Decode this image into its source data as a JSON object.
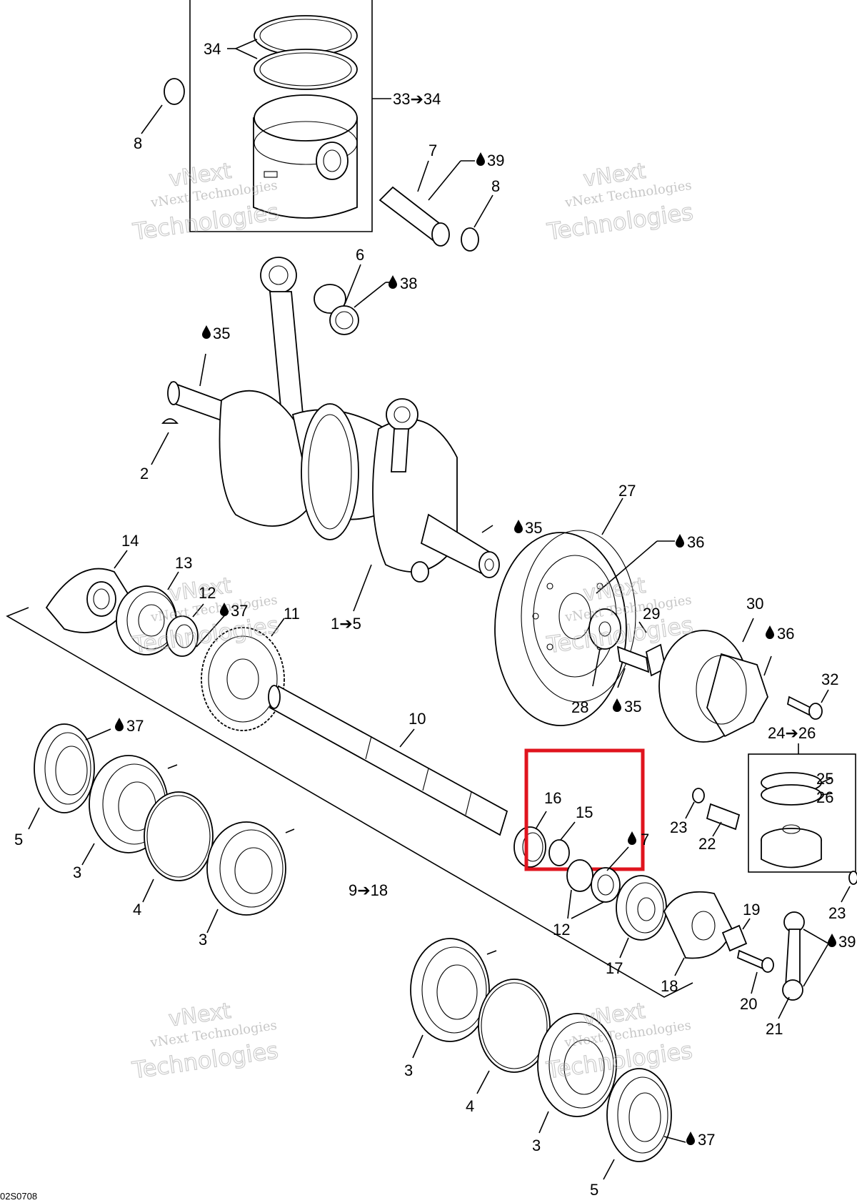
{
  "diagram": {
    "drawing_code": "02S0708",
    "highlight_color": "#e0141e",
    "callouts": {
      "c34": "34",
      "c33_34": "33➔34",
      "c8a": "8",
      "c7": "7",
      "c39a": "39",
      "c8b": "8",
      "c6": "6",
      "c38": "38",
      "c35a": "35",
      "c2": "2",
      "c27": "27",
      "c35b": "35",
      "c36a": "36",
      "c14": "14",
      "c13": "13",
      "c12a": "12",
      "c37a": "37",
      "c11": "11",
      "c1_5": "1➔5",
      "c29": "29",
      "c30": "30",
      "c36b": "36",
      "c28": "28",
      "c35c": "35",
      "c32": "32",
      "c10": "10",
      "c37b": "37",
      "c24_26": "24➔26",
      "c25": "25",
      "c26": "26",
      "c5a": "5",
      "c3a": "3",
      "c4a": "4",
      "c3b": "3",
      "c16": "16",
      "c15": "15",
      "c7b": "7",
      "c23a": "23",
      "c22": "22",
      "c9_18": "9➔18",
      "c12b": "12",
      "c17": "17",
      "c18": "18",
      "c19": "19",
      "c20": "20",
      "c21": "21",
      "c23b": "23",
      "c39b": "39",
      "c3c": "3",
      "c4b": "4",
      "c3d": "3",
      "c37c": "37",
      "c5b": "5"
    },
    "watermark": {
      "line1": "vNext",
      "line2": "vNext Technologies",
      "line3": "Technologies"
    }
  }
}
